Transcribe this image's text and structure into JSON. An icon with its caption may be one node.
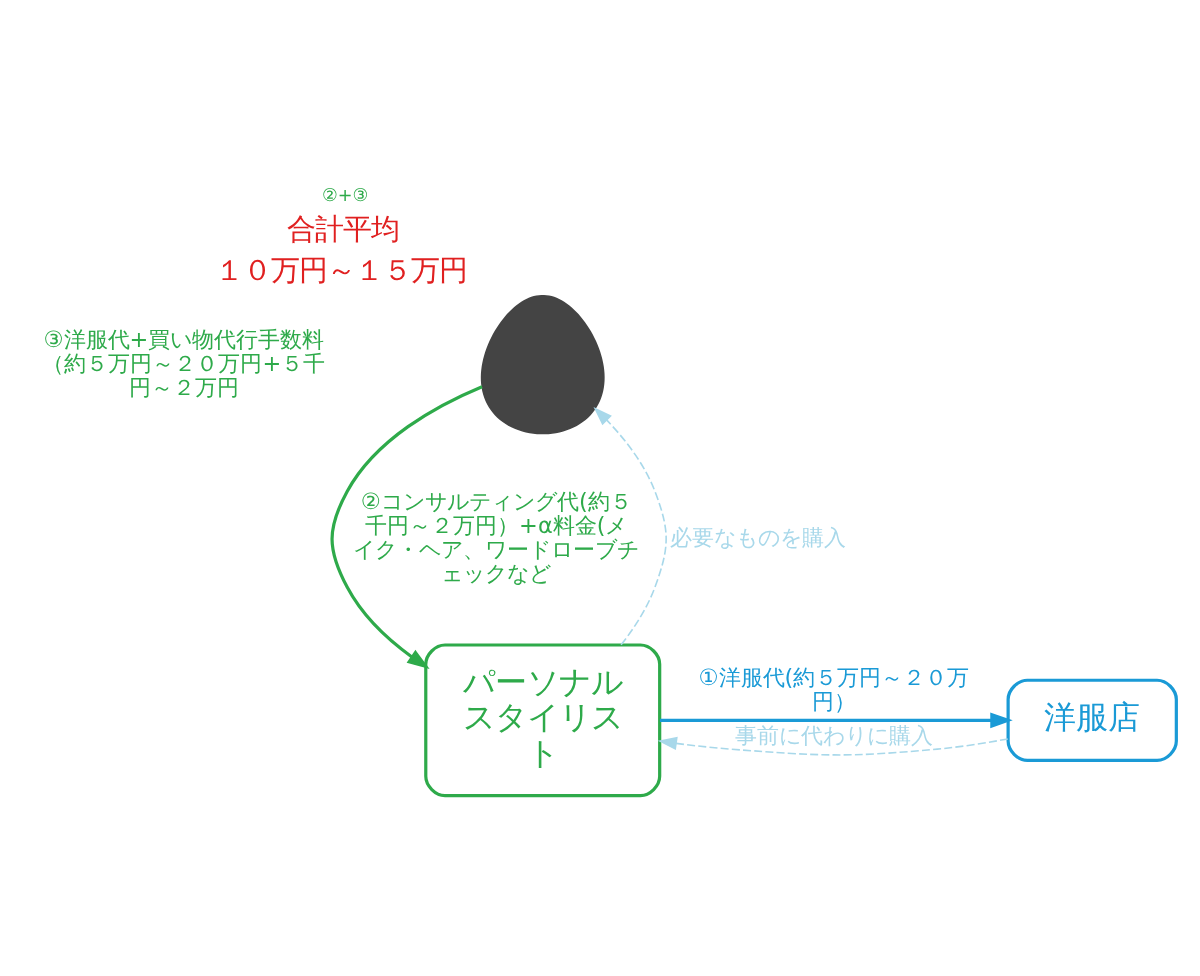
{
  "diagram": {
    "nodes": [
      {
        "text": [],
        "shape": "person",
        "beside": [
          "②+③",
          "合計平均",
          "１０万円～１５万円"
        ]
      },
      {
        "text": [
          "パーソナルスタイリスト"
        ]
      },
      {
        "text": [
          "洋服店"
        ]
      }
    ],
    "edges": [
      {
        "from": 0,
        "to": 1,
        "arrow": "to",
        "label": "②コンサルティング代(約５千円～２万円）+α料金(メイク・ヘア、ワードローブチェックなど",
        "color": "#2eaa4a"
      },
      {
        "from": 1,
        "to": 0,
        "arrow": "to",
        "label": "必要なものを購入",
        "style": "dashed",
        "color": "#a8d8ea"
      },
      {
        "from": 1,
        "to": 2,
        "arrow": "to",
        "label": "①洋服代(約５万円～２０万円）",
        "color": "#1a9ad6"
      },
      {
        "from": 2,
        "to": 1,
        "arrow": "to",
        "label": "事前に代わりに購入",
        "style": "dashed",
        "color": "#a8d8ea"
      }
    ],
    "labels": [
      "③洋服代+買い物代行手数料（約５万円～２０万円+５千円～２万円"
    ]
  }
}
